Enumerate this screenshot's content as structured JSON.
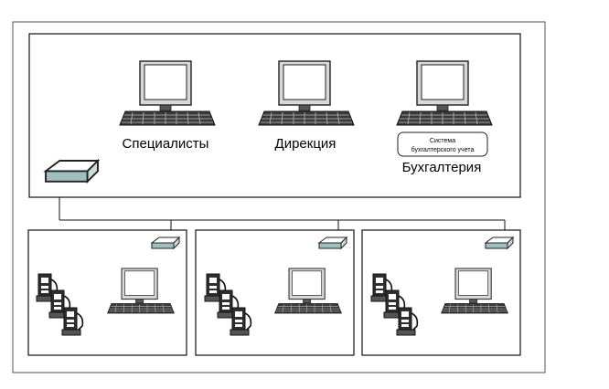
{
  "workstations": [
    {
      "label": "Специалисты"
    },
    {
      "label": "Дирекция"
    },
    {
      "label": "Бухгалтерия",
      "badge_line1": "Система",
      "badge_line2": "бухгалтерского учета"
    }
  ],
  "branches": [
    {
      "phones": 3,
      "computers": 1
    },
    {
      "phones": 3,
      "computers": 1
    },
    {
      "phones": 3,
      "computers": 1
    }
  ]
}
